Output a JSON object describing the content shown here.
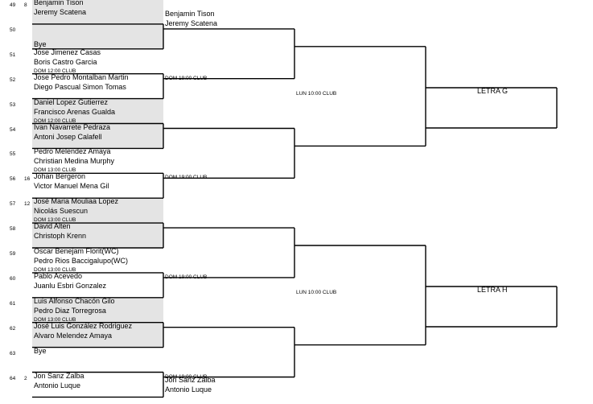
{
  "draw": [
    {
      "line": "49",
      "seed": "8",
      "players": [
        "Benjamin Tison",
        "Jeremy Scatena"
      ],
      "time": "",
      "shaded": true
    },
    {
      "line": "50",
      "seed": "",
      "players": [
        "Bye"
      ],
      "time": "",
      "shaded": true
    },
    {
      "line": "51",
      "seed": "",
      "players": [
        "Jose  Jimenez Casas",
        "Boris Castro Garcia"
      ],
      "time": "DOM 12:00      CLUB",
      "shaded": false
    },
    {
      "line": "52",
      "seed": "",
      "players": [
        "Jose Pedro Montalban Martin",
        "Diego Pascual Simon Tomas"
      ],
      "time": "",
      "shaded": false
    },
    {
      "line": "53",
      "seed": "",
      "players": [
        "Daniel  Lopez Gutierrez",
        "Francisco Arenas Gualda"
      ],
      "time": "DOM 12:00      CLUB",
      "shaded": true
    },
    {
      "line": "54",
      "seed": "",
      "players": [
        "Ivan Navarrete Pedraza",
        "Antoni Josep Calafell"
      ],
      "time": "",
      "shaded": true
    },
    {
      "line": "55",
      "seed": "",
      "players": [
        "Pedro Melendez Amaya",
        "Christian Medina Murphy"
      ],
      "time": "DOM 13:00      CLUB",
      "shaded": false
    },
    {
      "line": "56",
      "seed": "16",
      "players": [
        "Johan Bergeron",
        "Victor Manuel Mena Gil"
      ],
      "time": "",
      "shaded": false
    },
    {
      "line": "57",
      "seed": "12",
      "players": [
        "José Maria Mouliaa Lopez",
        "Nicolás Suescun"
      ],
      "time": "DOM 13:00      CLUB",
      "shaded": true
    },
    {
      "line": "58",
      "seed": "",
      "players": [
        "David Alten",
        "Christoph Krenn"
      ],
      "time": "",
      "shaded": true
    },
    {
      "line": "59",
      "seed": "",
      "players": [
        "Oscar Benejam Florit(WC)",
        "Pedro Rios Baccigalupo(WC)"
      ],
      "time": "DOM 13:00      CLUB",
      "shaded": false
    },
    {
      "line": "60",
      "seed": "",
      "players": [
        "Pablo Acevedo",
        "Juanlu Esbri Gonzalez"
      ],
      "time": "",
      "shaded": false
    },
    {
      "line": "61",
      "seed": "",
      "players": [
        "Luis Alfonso Chacón  Gilo",
        "Pedro Diaz Torregrosa"
      ],
      "time": "DOM 13:00      CLUB",
      "shaded": true
    },
    {
      "line": "62",
      "seed": "",
      "players": [
        "José Luis González Rodriguez",
        "Alvaro Melendez Amaya"
      ],
      "time": "",
      "shaded": true
    },
    {
      "line": "63",
      "seed": "",
      "players": [
        "Bye"
      ],
      "time": "",
      "shaded": false
    },
    {
      "line": "64",
      "seed": "2",
      "players": [
        "Jon Sanz Zalba",
        "Antonio Luque"
      ],
      "time": "",
      "shaded": false
    }
  ],
  "round2": [
    {
      "players": [
        "Benjamin Tison",
        "Jeremy Scatena"
      ],
      "time": ""
    },
    {
      "players": [],
      "time": "DOM 19:00   CLUB"
    },
    {
      "players": [],
      "time": ""
    },
    {
      "players": [],
      "time": "DOM 19:00   CLUB"
    },
    {
      "players": [],
      "time": ""
    },
    {
      "players": [],
      "time": "DOM 19:00   CLUB"
    },
    {
      "players": [],
      "time": ""
    },
    {
      "players": [
        "Jon Sanz Zalba",
        "Antonio Luque"
      ],
      "time": "DOM 19:00   CLUB"
    }
  ],
  "round3": [
    {
      "time": "LUN 10:00    CLUB"
    },
    {
      "time": "LUN 10:00    CLUB"
    }
  ],
  "final_labels": [
    "LETRA G",
    "LETRA H"
  ],
  "colors": {
    "shade": "#e4e4e4",
    "line": "#000000"
  }
}
